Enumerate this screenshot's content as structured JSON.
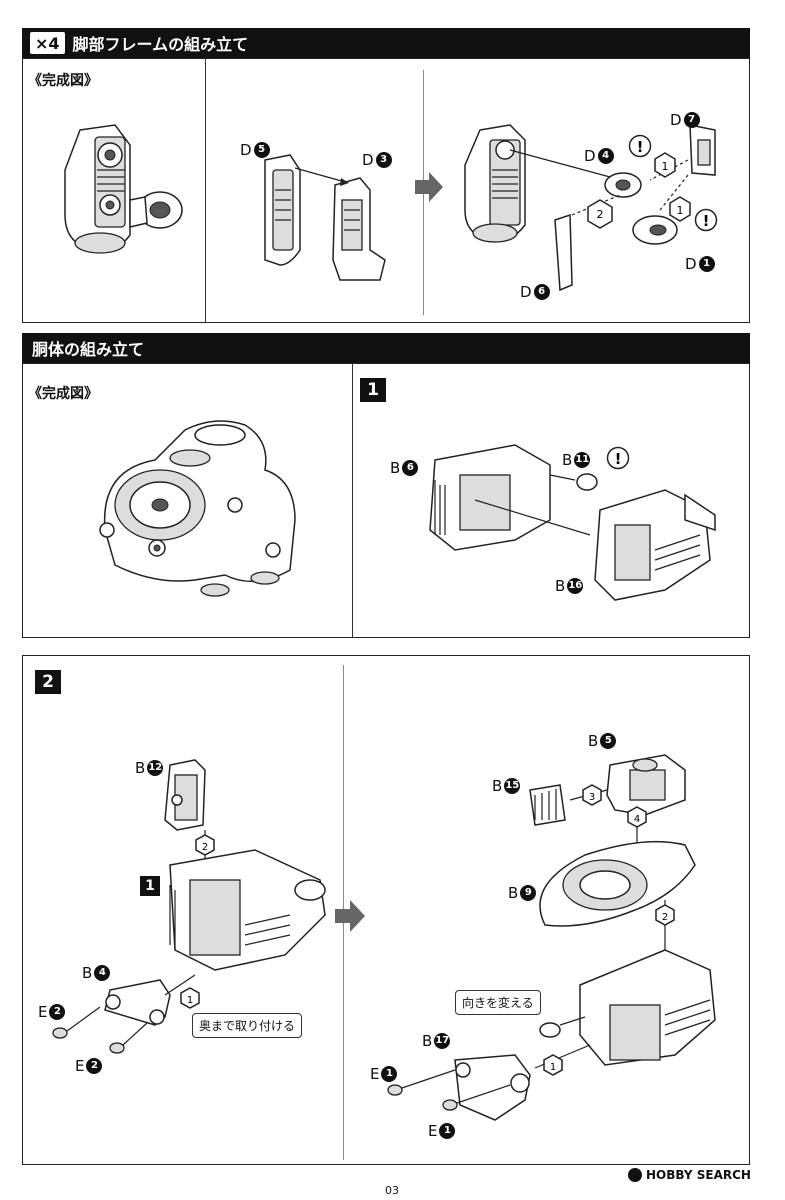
{
  "section1": {
    "multiplier": "×4",
    "title": "脚部フレームの組み立て",
    "complete_label": "《完成図》",
    "parts": {
      "d5": {
        "letter": "D",
        "num": "5"
      },
      "d3": {
        "letter": "D",
        "num": "3"
      },
      "d4": {
        "letter": "D",
        "num": "4"
      },
      "d7": {
        "letter": "D",
        "num": "7"
      },
      "d1": {
        "letter": "D",
        "num": "1"
      },
      "d6": {
        "letter": "D",
        "num": "6"
      }
    },
    "step_markers": [
      "1",
      "2",
      "1"
    ],
    "caution_mark": "!"
  },
  "section2": {
    "title": "胴体の組み立て",
    "complete_label": "《完成図》",
    "step1": {
      "badge": "1",
      "parts": {
        "b6": {
          "letter": "B",
          "num": "6"
        },
        "b11": {
          "letter": "B",
          "num": "11"
        },
        "b16": {
          "letter": "B",
          "num": "16"
        }
      },
      "caution_mark": "!"
    },
    "step2": {
      "badge": "2",
      "sub_badge": "1",
      "parts": {
        "b12": {
          "letter": "B",
          "num": "12"
        },
        "b4": {
          "letter": "B",
          "num": "4"
        },
        "e2a": {
          "letter": "E",
          "num": "2"
        },
        "e2b": {
          "letter": "E",
          "num": "2"
        },
        "b5": {
          "letter": "B",
          "num": "5"
        },
        "b15": {
          "letter": "B",
          "num": "15"
        },
        "b9": {
          "letter": "B",
          "num": "9"
        },
        "b17": {
          "letter": "B",
          "num": "17"
        },
        "e1a": {
          "letter": "E",
          "num": "1"
        },
        "e1b": {
          "letter": "E",
          "num": "1"
        }
      },
      "markers": [
        "2",
        "1",
        "4",
        "3",
        "2",
        "1"
      ],
      "note_insert": "奥まで取り付ける",
      "note_turn": "向きを変える"
    }
  },
  "footer": {
    "page_number": "03",
    "brand": "HOBBY SEARCH"
  }
}
